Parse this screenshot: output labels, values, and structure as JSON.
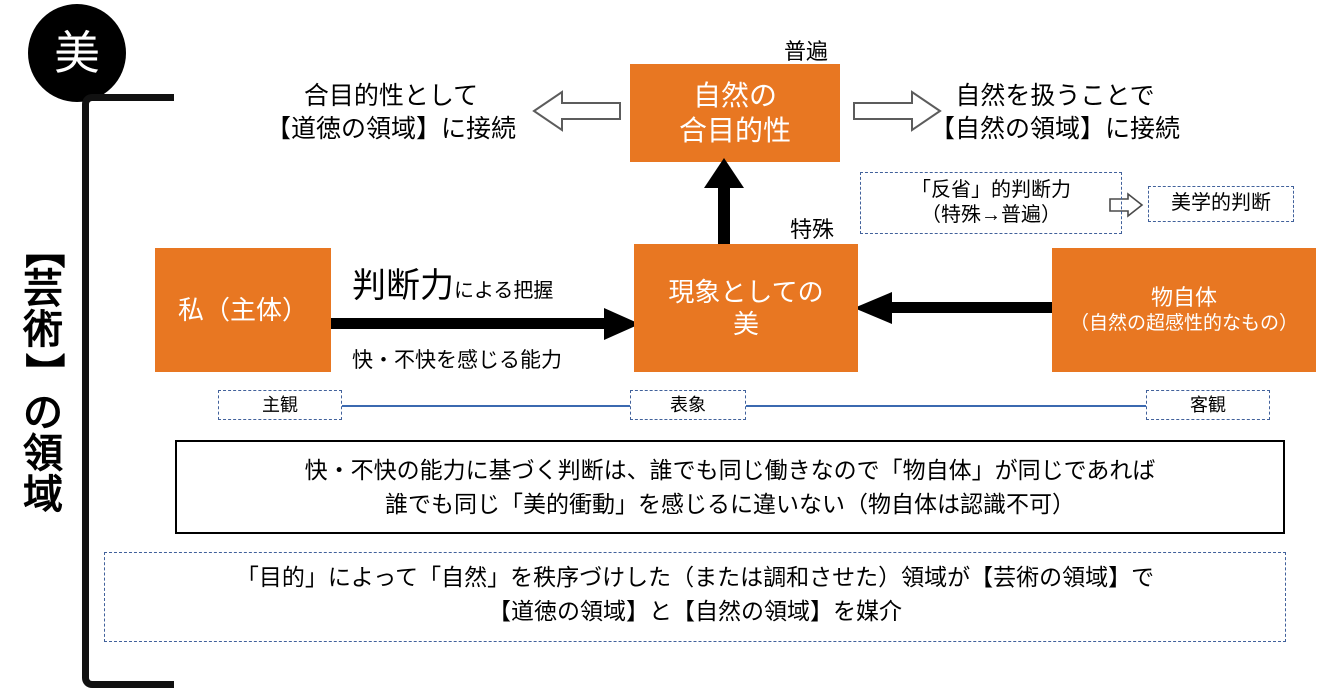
{
  "badge": {
    "label": "美"
  },
  "domain_label": {
    "lines": [
      "【",
      "芸",
      "術",
      "】",
      "の",
      "領",
      "域"
    ],
    "text": "【芸術】の領域"
  },
  "boxes": {
    "shizen": {
      "line1": "自然の",
      "line2": "合目的性"
    },
    "watashi": {
      "label": "私（主体）"
    },
    "genshou": {
      "line1": "現象としての",
      "line2": "美"
    },
    "monojitai": {
      "line1": "物自体",
      "line2": "（自然の超感性的なもの）"
    }
  },
  "labels": {
    "fuhen": "普遍",
    "tokushu": "特殊"
  },
  "side_texts": {
    "left": {
      "line1": "合目的性として",
      "line2": "【道徳の領域】に接続"
    },
    "right": {
      "line1": "自然を扱うことで",
      "line2": "【自然の領域】に接続"
    }
  },
  "judgment": {
    "big": "判断力",
    "small": "による把握",
    "feeling": "快・不快を感じる能力"
  },
  "dashed_boxes": {
    "hansei": {
      "line1": "「反省」的判断力",
      "line2": "（特殊→普遍）"
    },
    "bigaku": {
      "label": "美学的判断"
    }
  },
  "chips": {
    "shukan": "主観",
    "hyosho": "表象",
    "kyakkan": "客観"
  },
  "note_box": {
    "line1": "快・不快の能力に基づく判断は、誰でも同じ働きなので「物自体」が同じであれば",
    "line2": "誰でも同じ「美的衝動」を感じるに違いない（物自体は認識不可）"
  },
  "summary_box": {
    "line1": "「目的」によって「自然」を秩序づけした（または調和させた）領域が【芸術の領域】で",
    "line2": "【道徳の領域】と【自然の領域】を媒介"
  },
  "colors": {
    "orange": "#E87722",
    "dashed_blue": "#41619B",
    "rule_blue": "#3B69B0",
    "black": "#000000"
  },
  "icons": {
    "hollow_arrow_left": "hollow-arrow-left-icon",
    "hollow_arrow_right": "hollow-arrow-right-icon",
    "hollow_arrow_small_right": "hollow-arrow-small-right-icon",
    "solid_arrow_up": "solid-arrow-up-icon",
    "solid_arrow_right": "solid-arrow-right-icon",
    "solid_arrow_left": "solid-arrow-left-icon"
  }
}
